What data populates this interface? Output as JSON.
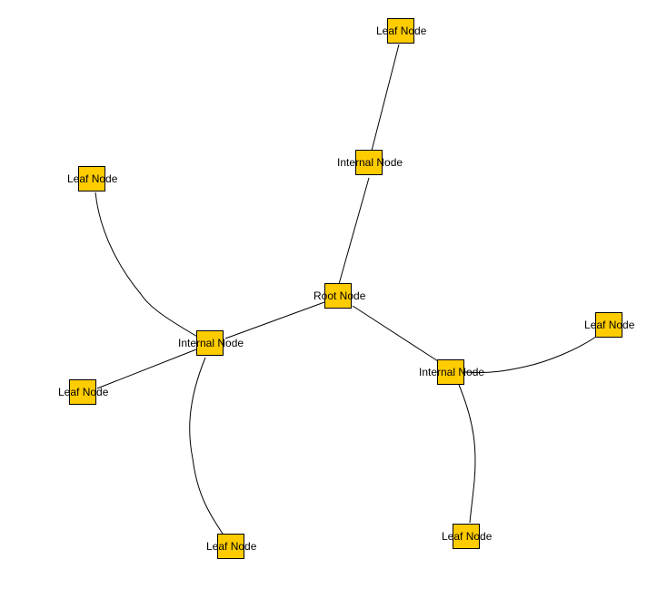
{
  "diagram": {
    "type": "tree",
    "colors": {
      "node_fill": "#ffcc00",
      "node_border": "#000000",
      "edge": "#000000",
      "background": "#ffffff"
    },
    "nodes": [
      {
        "id": "root",
        "label": "Root Node"
      },
      {
        "id": "internal-top",
        "label": "Internal Node"
      },
      {
        "id": "internal-left",
        "label": "Internal Node"
      },
      {
        "id": "internal-right",
        "label": "Internal Node"
      },
      {
        "id": "leaf-top",
        "label": "Leaf Node"
      },
      {
        "id": "leaf-upper-left",
        "label": "Leaf Node"
      },
      {
        "id": "leaf-lower-left",
        "label": "Leaf Node"
      },
      {
        "id": "leaf-bottom-left",
        "label": "Leaf Node"
      },
      {
        "id": "leaf-right",
        "label": "Leaf Node"
      },
      {
        "id": "leaf-bottom-right",
        "label": "Leaf Node"
      }
    ],
    "edges": [
      {
        "from": "root",
        "to": "internal-top"
      },
      {
        "from": "root",
        "to": "internal-left"
      },
      {
        "from": "root",
        "to": "internal-right"
      },
      {
        "from": "internal-top",
        "to": "leaf-top"
      },
      {
        "from": "internal-left",
        "to": "leaf-upper-left"
      },
      {
        "from": "internal-left",
        "to": "leaf-lower-left"
      },
      {
        "from": "internal-left",
        "to": "leaf-bottom-left"
      },
      {
        "from": "internal-right",
        "to": "leaf-right"
      },
      {
        "from": "internal-right",
        "to": "leaf-bottom-right"
      }
    ]
  }
}
